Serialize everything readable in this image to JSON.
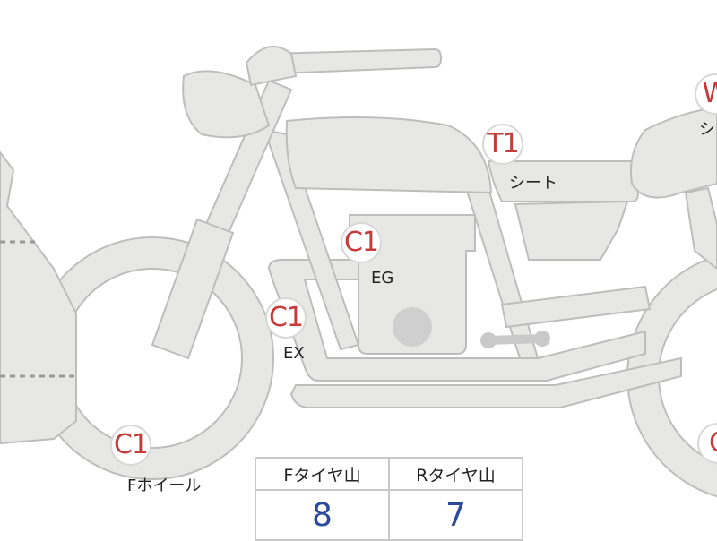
{
  "colors": {
    "part_fill": "#e7e7e5",
    "part_stroke": "#bdbdbd",
    "code": "#c63a3a",
    "value": "#2b4a9b"
  },
  "markers": [
    {
      "code": "W",
      "label": "シ"
    },
    {
      "code": "T1",
      "label": "シート"
    },
    {
      "code": "C1",
      "label": "EG"
    },
    {
      "code": "C1",
      "label": "EX"
    },
    {
      "code": "C1",
      "label": "Fホイール"
    },
    {
      "code": "C",
      "label": ""
    }
  ],
  "table": {
    "headers": [
      "Fタイヤ山",
      "Rタイヤ山"
    ],
    "values": [
      "8",
      "7"
    ]
  }
}
